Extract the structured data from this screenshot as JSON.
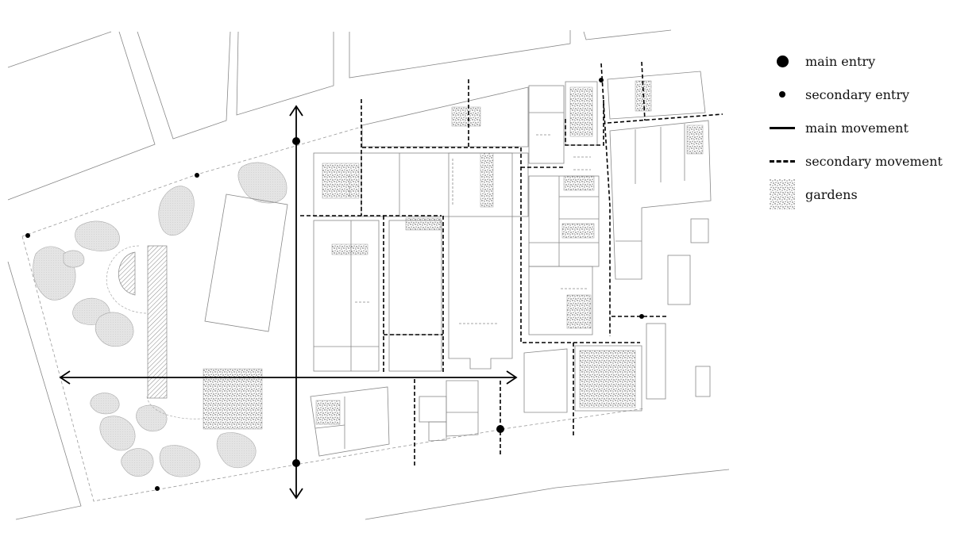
{
  "legend": {
    "items": [
      {
        "key": "main-entry",
        "label": "main entry",
        "icon": "large-filled-circle"
      },
      {
        "key": "secondary-entry",
        "label": "secondary entry",
        "icon": "small-filled-circle"
      },
      {
        "key": "main-movement",
        "label": "main movement",
        "icon": "solid-line"
      },
      {
        "key": "secondary-movement",
        "label": "secondary movement",
        "icon": "dashed-line"
      },
      {
        "key": "gardens",
        "label": "gardens",
        "icon": "stippled-square"
      }
    ]
  },
  "colors": {
    "line": "#000000",
    "outline": "#8a8a8a",
    "hatch": "#9a9a9a",
    "stipple": "#555555",
    "background": "#ffffff"
  }
}
